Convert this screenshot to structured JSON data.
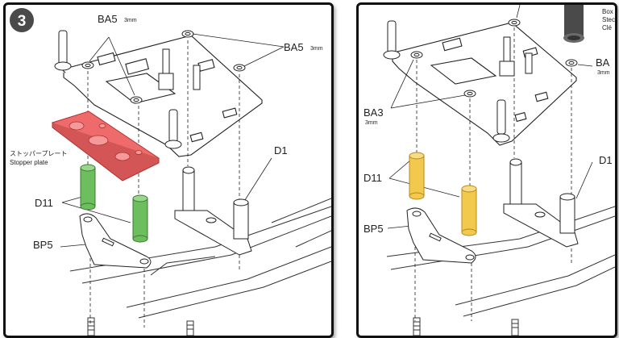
{
  "step": {
    "number": "3"
  },
  "left_panel": {
    "labels": {
      "ba5_top": "BA5",
      "ba5_top_unit": "3mm",
      "ba5_right": "BA5",
      "ba5_right_unit": "3mm",
      "stopper_jp": "ストッパープレート",
      "stopper_en": "Stopper plate",
      "d1": "D1",
      "d11": "D11",
      "bp5": "BP5"
    },
    "colors": {
      "stopper_plate": "#ef6b6b",
      "d11_spacers": "#6cbf5c"
    }
  },
  "right_panel": {
    "labels": {
      "box_line1": "Box",
      "box_line2": "Stec",
      "box_line3": "Clé",
      "ba_right": "BA",
      "ba_right_unit": "3mm",
      "ba3": "BA3",
      "ba3_unit": "3mm",
      "d11": "D11",
      "bp5": "BP5",
      "d1": "D1"
    },
    "colors": {
      "d11_spacers": "#f2c94c"
    }
  }
}
